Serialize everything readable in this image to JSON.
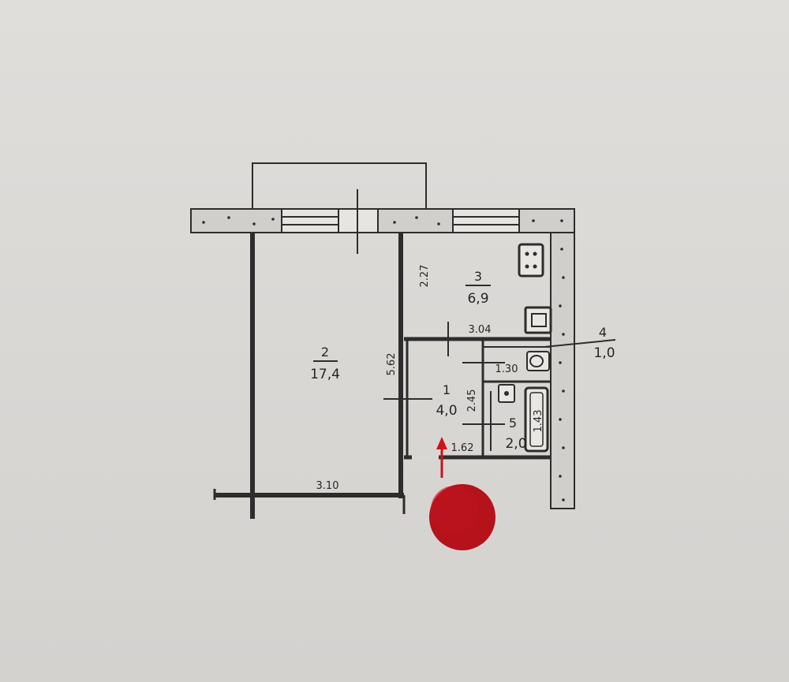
{
  "rooms": [
    {
      "number": "1",
      "area": "4,0"
    },
    {
      "number": "2",
      "area": "17,4"
    },
    {
      "number": "3",
      "area": "6,9"
    },
    {
      "number": "4",
      "area": "1,0"
    },
    {
      "number": "5",
      "area": "2,0"
    }
  ],
  "dimensions": {
    "d_227": "2.27",
    "d_304": "3.04",
    "d_562": "5.62",
    "d_130": "1.30",
    "d_245": "2.45",
    "d_162": "1.62",
    "d_143": "1.43",
    "d_310": "3.10"
  },
  "colors": {
    "ink": "#2d2d2d",
    "paper": "#dddbd8",
    "marker": "#b5121b",
    "arrow": "#d0101a"
  }
}
